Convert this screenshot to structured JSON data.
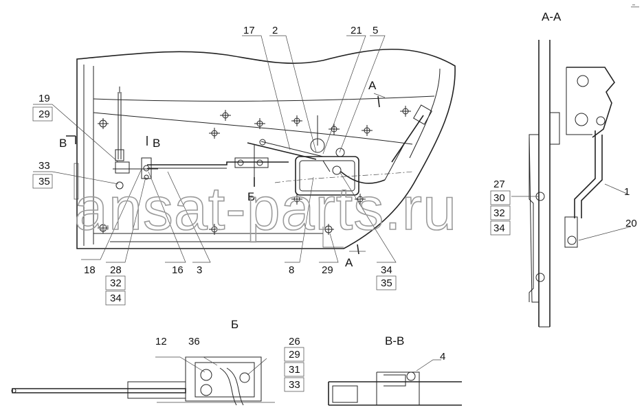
{
  "sections": {
    "aa": "А-А",
    "b": "Б",
    "vv": "В-В"
  },
  "cut_marks": {
    "a_top": "А",
    "a_bottom": "А",
    "b": "Б",
    "v_left": "В",
    "v_right": "В"
  },
  "callouts": {
    "n17": "17",
    "n2": "2",
    "n21": "21",
    "n5": "5",
    "n19": "19",
    "n29a": "29",
    "n33a": "33",
    "n35a": "35",
    "n18": "18",
    "n28": "28",
    "n32a": "32",
    "n34a": "34",
    "n16": "16",
    "n3": "3",
    "n8": "8",
    "n29b": "29",
    "n34b": "34",
    "n35b": "35",
    "n27": "27",
    "n30": "30",
    "n32b": "32",
    "n34c": "34",
    "n1": "1",
    "n20": "20",
    "n12": "12",
    "n36": "36",
    "n26": "26",
    "n29c": "29",
    "n31": "31",
    "n33b": "33",
    "n4": "4"
  },
  "watermark": "ansat-parts.ru"
}
